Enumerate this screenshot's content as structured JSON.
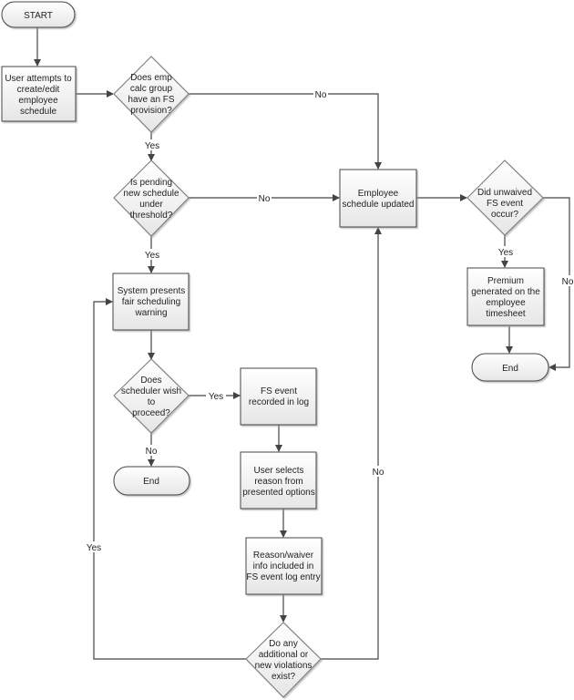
{
  "nodes": {
    "start": {
      "text": [
        "START"
      ]
    },
    "user_attempts": {
      "text": [
        "User attempts to",
        "create/edit",
        "employee",
        "schedule"
      ]
    },
    "q_fs_provision": {
      "text": [
        "Does emp",
        "calc group",
        "have an FS",
        "provision?"
      ]
    },
    "q_threshold": {
      "text": [
        "Is pending",
        "new schedule",
        "under",
        "threshold?"
      ]
    },
    "schedule_updated": {
      "text": [
        "Employee",
        "schedule updated"
      ]
    },
    "q_unwaived": {
      "text": [
        "Did unwaived",
        "FS event",
        "occur?"
      ]
    },
    "premium": {
      "text": [
        "Premium",
        "generated on the",
        "employee",
        "timesheet"
      ]
    },
    "end_right": {
      "text": [
        "End"
      ]
    },
    "warning": {
      "text": [
        "System presents",
        "fair scheduling",
        "warning"
      ]
    },
    "q_proceed": {
      "text": [
        "Does",
        "scheduler wish",
        "to",
        "proceed?"
      ]
    },
    "fs_logged": {
      "text": [
        "FS event",
        "recorded in log"
      ]
    },
    "end_left": {
      "text": [
        "End"
      ]
    },
    "select_reason": {
      "text": [
        "User selects",
        "reason from",
        "presented options"
      ]
    },
    "reason_included": {
      "text": [
        "Reason/waiver",
        "info included in",
        "FS event log entry"
      ]
    },
    "q_violations": {
      "text": [
        "Do any",
        "additional or",
        "new violations",
        "exist?"
      ]
    }
  },
  "edge_labels": {
    "fs_no": "No",
    "fs_yes": "Yes",
    "threshold_no": "No",
    "threshold_yes": "Yes",
    "unwaived_yes": "Yes",
    "unwaived_no": "No",
    "proceed_yes": "Yes",
    "proceed_no": "No",
    "violations_yes": "Yes",
    "violations_no": "No"
  }
}
